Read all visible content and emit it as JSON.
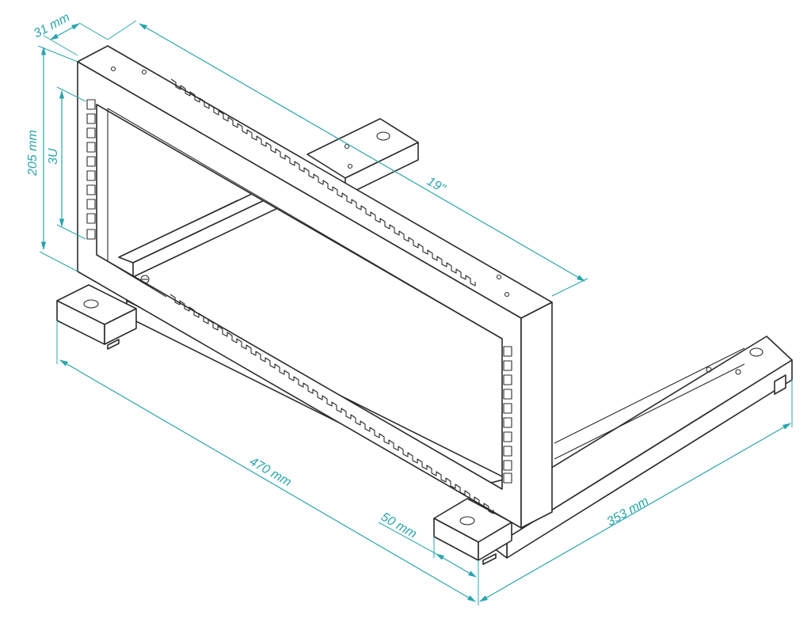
{
  "colors": {
    "dimension": "#2aa5ac",
    "linework": "#2b2b2b",
    "background": "#ffffff"
  },
  "dimensions": {
    "depth_top": "31 mm",
    "height": "205 mm",
    "rack_units": "3U",
    "rack_width": "19\"",
    "overall_width": "470 mm",
    "foot_width": "50 mm",
    "base_depth": "353 mm"
  }
}
